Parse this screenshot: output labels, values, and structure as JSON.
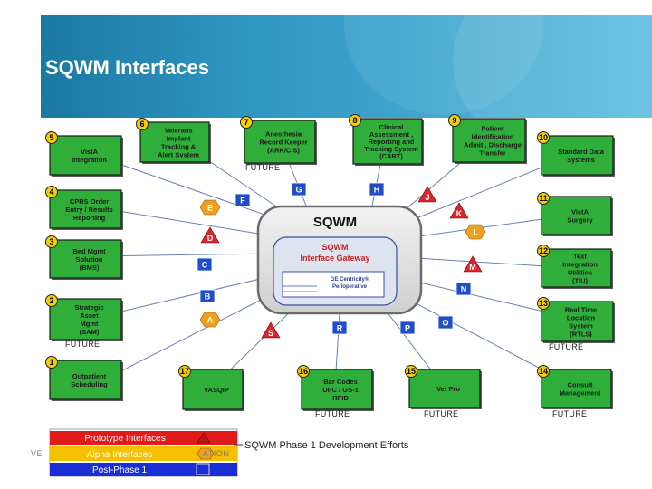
{
  "title": "SQWM Interfaces",
  "center": {
    "name": "SQWM",
    "gateway_line1": "SQWM",
    "gateway_line2": "Interface Gateway",
    "ge_line1": "GE Centricity®",
    "ge_line2": "Perioperative"
  },
  "modules": [
    {
      "num": "1",
      "lines": [
        "Outpatient",
        "Scheduling"
      ],
      "future": ""
    },
    {
      "num": "2",
      "lines": [
        "Strategic",
        "Asset",
        "Mgmt",
        "(SAM)"
      ],
      "future": "FUTURE"
    },
    {
      "num": "3",
      "lines": [
        "Bed Mgmt",
        "Solution",
        "(BMS)"
      ],
      "future": ""
    },
    {
      "num": "4",
      "lines": [
        "CPRS Order",
        "Entry / Results",
        "Reporting"
      ],
      "future": ""
    },
    {
      "num": "5",
      "lines": [
        "VistA",
        "Integration"
      ],
      "future": ""
    },
    {
      "num": "6",
      "lines": [
        "Veterans",
        "Implant",
        "Tracking &",
        "Alert System"
      ],
      "future": ""
    },
    {
      "num": "7",
      "lines": [
        "Anesthesia",
        "Record Keeper",
        "(ARK/CIS)"
      ],
      "future": "FUTURE"
    },
    {
      "num": "8",
      "lines": [
        "Clinical",
        "Assessment ,",
        "Reporting and",
        "Tracking System",
        "(CART)"
      ],
      "future": ""
    },
    {
      "num": "9",
      "lines": [
        "Patient",
        "Identification",
        "Admit , Discharge",
        "Transfer"
      ],
      "future": ""
    },
    {
      "num": "10",
      "lines": [
        "Standard Data",
        "Systems"
      ],
      "future": ""
    },
    {
      "num": "11",
      "lines": [
        "VistA",
        "Surgery"
      ],
      "future": ""
    },
    {
      "num": "12",
      "lines": [
        "Text",
        "Integration",
        "Utilities",
        "(TIU)"
      ],
      "future": ""
    },
    {
      "num": "13",
      "lines": [
        "Real Time",
        "Location",
        "System",
        "(RTLS)"
      ],
      "future": "FUTURE"
    },
    {
      "num": "14",
      "lines": [
        "Consult",
        "Management"
      ],
      "future": "FUTURE"
    },
    {
      "num": "15",
      "lines": [
        "Vet Pro"
      ],
      "future": "FUTURE"
    },
    {
      "num": "16",
      "lines": [
        "Bar Codes",
        "UPC / GS-1",
        "RFID"
      ],
      "future": "FUTURE"
    },
    {
      "num": "17",
      "lines": [
        "VASQIP"
      ],
      "future": ""
    }
  ],
  "connectors": [
    "A",
    "B",
    "C",
    "D",
    "E",
    "F",
    "G",
    "H",
    "J",
    "K",
    "L",
    "M",
    "N",
    "O",
    "P",
    "R",
    "S"
  ],
  "legend": {
    "prototype": "Prototype Interfaces",
    "alpha": "Alpha Interfaces",
    "post": "Post-Phase 1",
    "caption": "SQWM Phase 1 Development Efforts"
  },
  "footer": {
    "left": "VE",
    "right": "ATION"
  },
  "colors": {
    "green": "#2fae3a",
    "red": "#d9262c",
    "yellow": "#f2c300",
    "orange": "#f0a020",
    "blue": "#1f4fc8",
    "header": "#2f97c3"
  }
}
